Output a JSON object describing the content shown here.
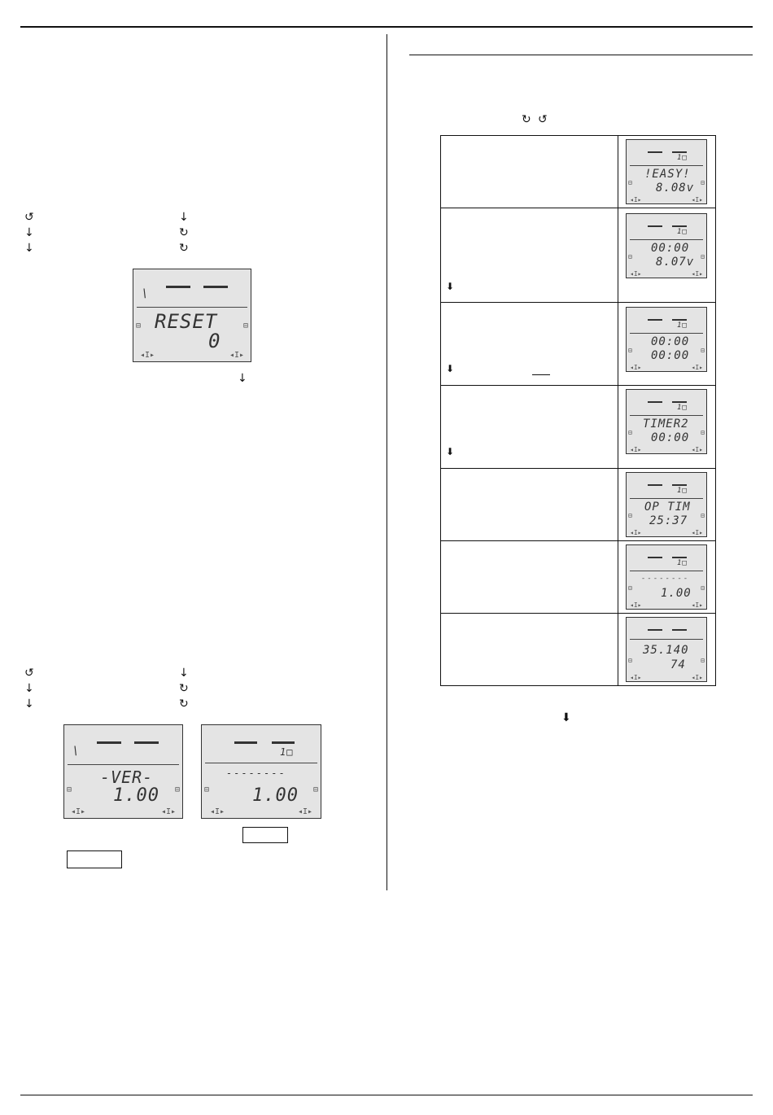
{
  "icons": {
    "rotate_ccw": "↺",
    "rotate_cw": "↻",
    "press_down": "↓",
    "bold_down": "⬇"
  },
  "lcd": {
    "reset": {
      "line1": "RESET",
      "line2": "0"
    },
    "ver": {
      "line1": "-VER-",
      "line2": "1.00"
    },
    "ver2": {
      "line1": "--------",
      "line2": "1.00"
    },
    "menu": [
      {
        "line1": "!EASY!",
        "line2": "8.08v"
      },
      {
        "line1": "00:00",
        "line2": "8.07v"
      },
      {
        "line1": "00:00",
        "line2": "00:00"
      },
      {
        "line1": "TIMER2",
        "line2": "00:00"
      },
      {
        "line1": "OP TIM",
        "line2": "25:37"
      },
      {
        "line1": "--------",
        "line2": "1.00"
      },
      {
        "line1": "35.140",
        "line2": "74"
      }
    ]
  }
}
